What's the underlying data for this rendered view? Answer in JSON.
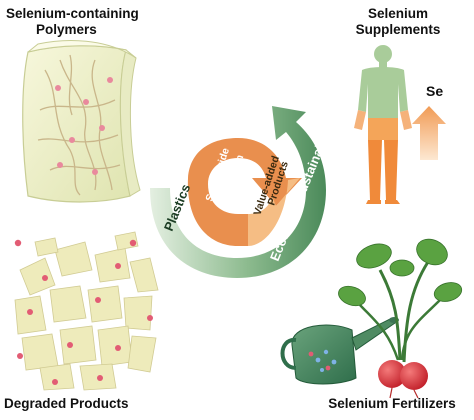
{
  "quadrants": {
    "top_left": {
      "line1": "Selenium-containing",
      "line2": "Polymers"
    },
    "top_right": {
      "line1": "Selenium",
      "line2": "Supplements"
    },
    "bottom_left": {
      "line1": "Degraded Products"
    },
    "bottom_right": {
      "line1": "Selenium Fertilizers"
    }
  },
  "cycle": {
    "plastics": "Plastics",
    "economic_sustainability": "Economic Sustainability",
    "selenoxide_1": "Selenoxide",
    "selenoxide_2": "Elimination",
    "value_added_1": "Value-added",
    "value_added_2": "Products"
  },
  "se_label": "Se",
  "colors": {
    "orange": "#e98f4e",
    "light_orange": "#f5bd84",
    "green_dark": "#4e8d5c",
    "green_light": "#d6e9d5",
    "body_green": "#a9cc9a",
    "body_orange": "#f4a559",
    "polymer_yellow": "#f3f3cf",
    "red_dot": "#e25c74"
  }
}
